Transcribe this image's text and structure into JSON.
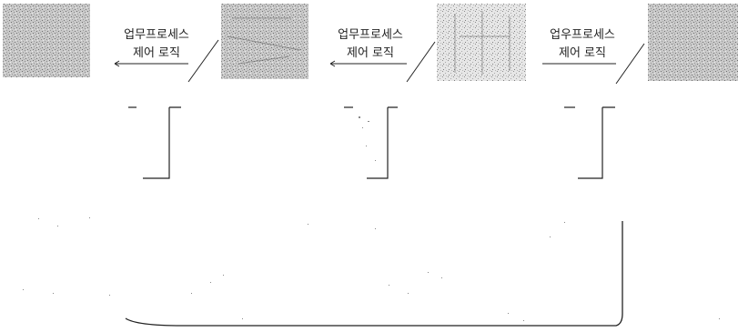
{
  "diagram": {
    "process_labels": [
      {
        "line1": "업무프로세스",
        "line2": "제어 로직"
      },
      {
        "line1": "업무프로세스",
        "line2": "제어 로직"
      },
      {
        "line1": "업우프로세스",
        "line2": "제어 로직"
      }
    ],
    "colors": {
      "line": "#222222",
      "thumb_fill": "#bdbdbd",
      "thumb_stroke": "#777777",
      "text": "#222222"
    }
  }
}
